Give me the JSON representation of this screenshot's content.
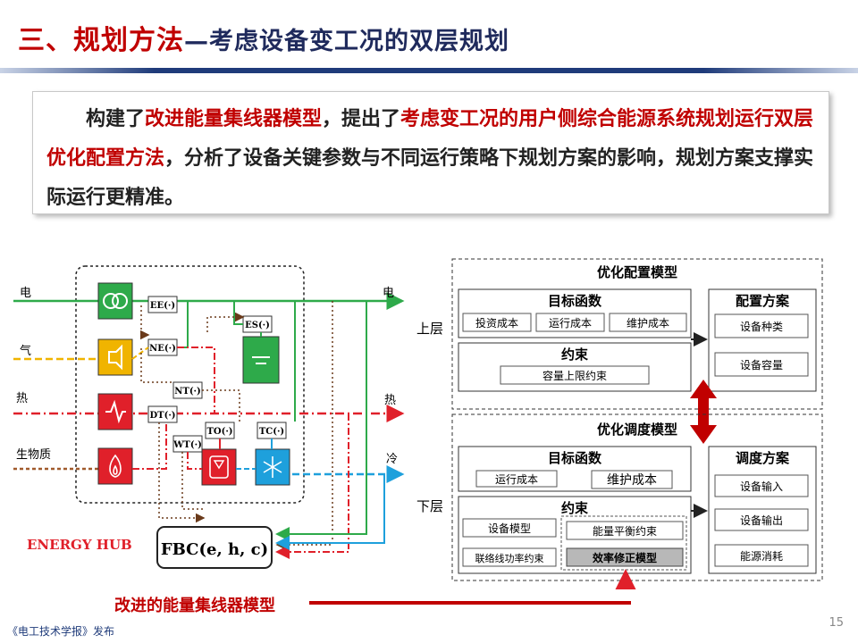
{
  "title": {
    "main": "三、规划方法",
    "sub": "—考虑设备变工况的双层规划"
  },
  "summary": {
    "p1": "构建了",
    "h1": "改进能量集线器模型",
    "p2": "，提出了",
    "h2": "考虑变工况的用户侧综合能源系统规划运行双层优化配置方法",
    "p3": "，分析了设备关键参数与不同运行策略下规划方案的影响，规划方案支撑实际运行更精准。"
  },
  "hub": {
    "inputs": {
      "elec": "电",
      "gas": "气",
      "heat": "热",
      "bio": "生物质"
    },
    "outputs": {
      "elec": "电",
      "heat": "热",
      "cold": "冷"
    },
    "converters": {
      "ee": "EE(·)",
      "ne": "NE(·)",
      "nt": "NT(·)",
      "dt": "DT(·)",
      "wt": "WT(·)",
      "es": "ES(·)",
      "to": "TO(·)",
      "tc": "TC(·)"
    },
    "fbc": "FBC(e, h, c)",
    "name": "ENERGY HUB",
    "caption": "改进的能量集线器模型",
    "colors": {
      "elec": "#2eaa4a",
      "gas": "#f0b400",
      "heat": "#e0202a",
      "bio": "#a05a2c",
      "cold": "#1ea0dc",
      "ctrl": "#6a3a1a"
    }
  },
  "upper": {
    "label": "上层",
    "model": "优化配置模型",
    "objective": {
      "title": "目标函数",
      "items": [
        "投资成本",
        "运行成本",
        "维护成本"
      ]
    },
    "constraint": {
      "title": "约束",
      "items": [
        "容量上限约束"
      ]
    },
    "plan": {
      "title": "配置方案",
      "items": [
        "设备种类",
        "设备容量"
      ]
    }
  },
  "lower": {
    "label": "下层",
    "model": "优化调度模型",
    "objective": {
      "title": "目标函数",
      "items": [
        "运行成本",
        "维护成本"
      ]
    },
    "constraint": {
      "title": "约束",
      "items": [
        "设备模型",
        "联络线功率约束",
        "能量平衡约束",
        "效率修正模型"
      ]
    },
    "plan": {
      "title": "调度方案",
      "items": [
        "设备输入",
        "设备输出",
        "能源消耗"
      ]
    }
  },
  "footer": "《电工技术学报》发布",
  "page": "15"
}
